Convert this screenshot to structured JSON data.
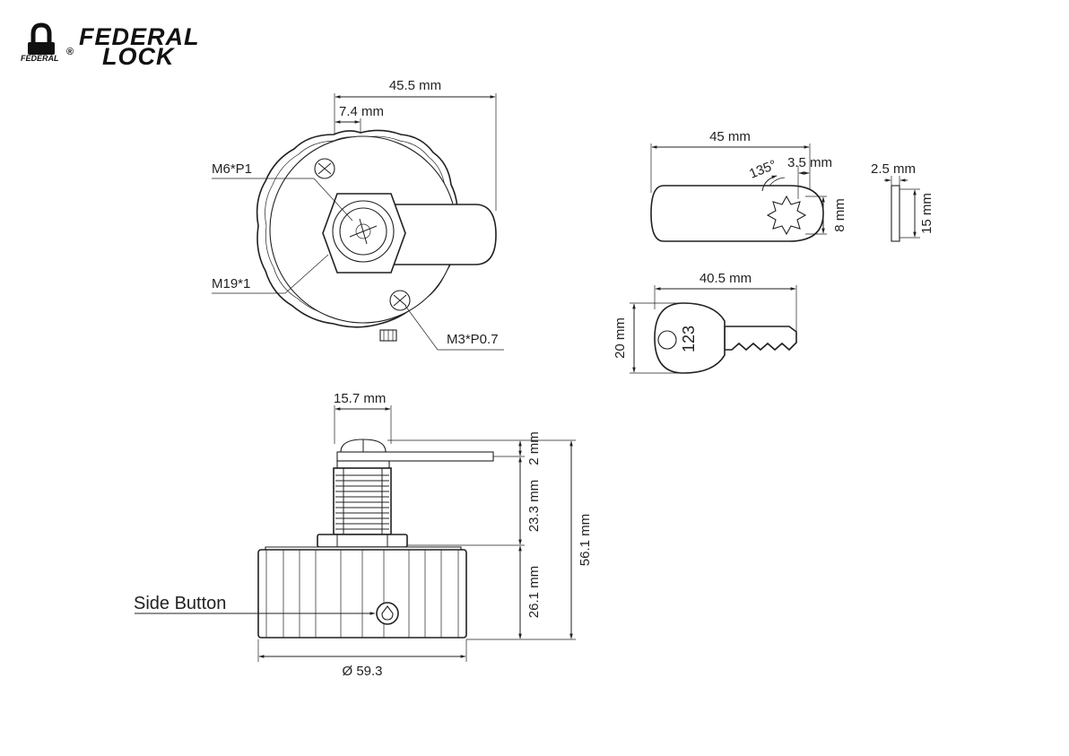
{
  "brand": {
    "name_line1": "FEDERAL",
    "name_line2": "LOCK",
    "badge_text": "FEDERAL",
    "registered_mark": "®"
  },
  "top_view": {
    "width_dim": "45.5 mm",
    "offset_dim": "7.4 mm",
    "thread_small": "M6*P1",
    "thread_large": "M19*1",
    "screw_thread": "M3*P0.7"
  },
  "cam": {
    "length_dim": "45 mm",
    "angle_dim": "135°",
    "tip_dim": "3.5 mm",
    "height_dim": "8 mm",
    "thickness_dim": "2.5 mm",
    "side_height_dim": "15 mm"
  },
  "key": {
    "length_dim": "40.5 mm",
    "height_dim": "20 mm",
    "number": "123"
  },
  "side_view": {
    "shaft_dim": "15.7 mm",
    "cam_gap_dim": "2 mm",
    "thread_length_dim": "23.3 mm",
    "body_height_dim": "26.1 mm",
    "total_height_dim": "56.1 mm",
    "diameter_dim": "Ø 59.3",
    "side_button_label": "Side Button"
  },
  "colors": {
    "line": "#231f20",
    "background": "#ffffff"
  }
}
